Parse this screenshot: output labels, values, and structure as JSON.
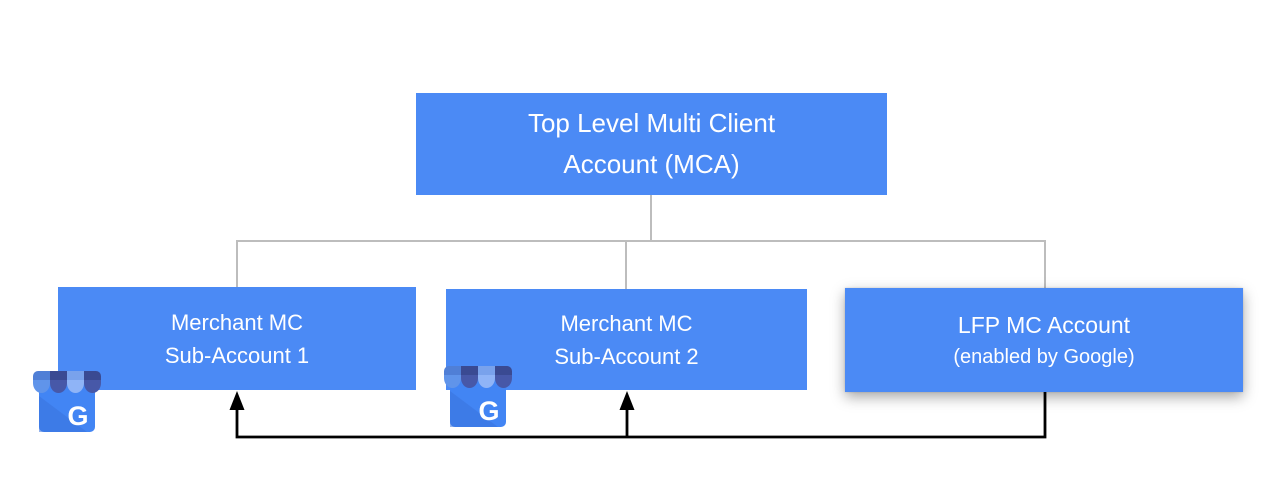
{
  "colors": {
    "box_blue": "#4B8AF5",
    "text_white": "#FFFFFF",
    "connector_gray": "#BDBDBD",
    "arrow_black": "#000000",
    "icon_body": "#4285F4",
    "icon_fold": "#3B73DD",
    "icon_stripe_medium": "#6094EA",
    "icon_stripe_medium_top": "#507FD6",
    "icon_stripe_dark": "#4758A8",
    "icon_stripe_dark_top": "#3A4A92",
    "icon_stripe_light": "#8FB4F7",
    "icon_stripe_light_top": "#79A2EC"
  },
  "nodes": {
    "top": {
      "line1": "Top Level Multi Client",
      "line2": "Account (MCA)"
    },
    "merchant1": {
      "line1": "Merchant MC",
      "line2": "Sub-Account 1"
    },
    "merchant2": {
      "line1": "Merchant MC",
      "line2": "Sub-Account 2"
    },
    "lfp": {
      "line1": "LFP MC Account",
      "line2": "(enabled by Google)"
    }
  },
  "icons": {
    "google_business": {
      "name": "google-business-storefront-icon",
      "letter": "G"
    }
  }
}
